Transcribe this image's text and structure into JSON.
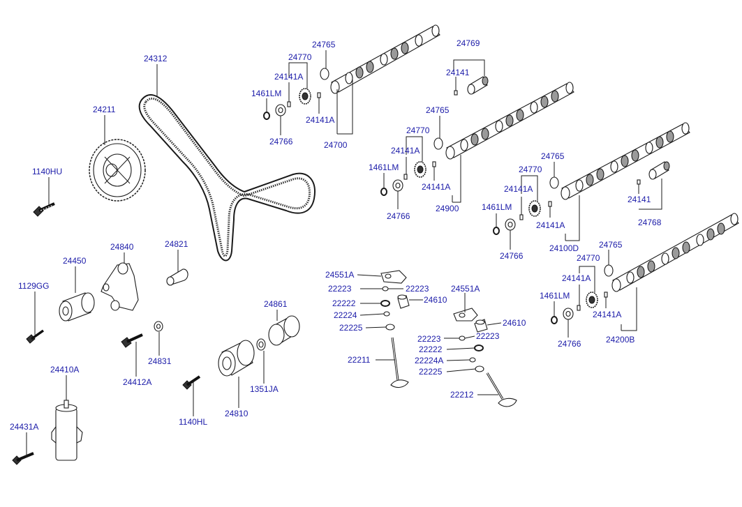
{
  "labels": [
    {
      "id": "24312",
      "text": "24312"
    },
    {
      "id": "24211",
      "text": "24211"
    },
    {
      "id": "1140HU",
      "text": "1140HU"
    },
    {
      "id": "24840",
      "text": "24840"
    },
    {
      "id": "24821",
      "text": "24821"
    },
    {
      "id": "24450",
      "text": "24450"
    },
    {
      "id": "1129GG",
      "text": "1129GG"
    },
    {
      "id": "24412A",
      "text": "24412A"
    },
    {
      "id": "24831",
      "text": "24831"
    },
    {
      "id": "24861",
      "text": "24861"
    },
    {
      "id": "24810",
      "text": "24810"
    },
    {
      "id": "1351JA",
      "text": "1351JA"
    },
    {
      "id": "1140HL",
      "text": "1140HL"
    },
    {
      "id": "24410A",
      "text": "24410A"
    },
    {
      "id": "24431A",
      "text": "24431A"
    },
    {
      "id": "24765_a",
      "text": "24765"
    },
    {
      "id": "24770_a",
      "text": "24770"
    },
    {
      "id": "24141A_a1",
      "text": "24141A"
    },
    {
      "id": "1461LM_a",
      "text": "1461LM"
    },
    {
      "id": "24766_a",
      "text": "24766"
    },
    {
      "id": "24141A_a2",
      "text": "24141A"
    },
    {
      "id": "24700",
      "text": "24700"
    },
    {
      "id": "24769",
      "text": "24769"
    },
    {
      "id": "24141_a",
      "text": "24141"
    },
    {
      "id": "24765_b",
      "text": "24765"
    },
    {
      "id": "24770_b",
      "text": "24770"
    },
    {
      "id": "24141A_b1",
      "text": "24141A"
    },
    {
      "id": "1461LM_b",
      "text": "1461LM"
    },
    {
      "id": "24766_b",
      "text": "24766"
    },
    {
      "id": "24141A_b2",
      "text": "24141A"
    },
    {
      "id": "24900",
      "text": "24900"
    },
    {
      "id": "24765_c",
      "text": "24765"
    },
    {
      "id": "24770_c",
      "text": "24770"
    },
    {
      "id": "24141A_c1",
      "text": "24141A"
    },
    {
      "id": "1461LM_c",
      "text": "1461LM"
    },
    {
      "id": "24766_c",
      "text": "24766"
    },
    {
      "id": "24141A_c2",
      "text": "24141A"
    },
    {
      "id": "24100D",
      "text": "24100D"
    },
    {
      "id": "24141_b",
      "text": "24141"
    },
    {
      "id": "24768",
      "text": "24768"
    },
    {
      "id": "24765_d",
      "text": "24765"
    },
    {
      "id": "24770_d",
      "text": "24770"
    },
    {
      "id": "24141A_d1",
      "text": "24141A"
    },
    {
      "id": "1461LM_d",
      "text": "1461LM"
    },
    {
      "id": "24766_d",
      "text": "24766"
    },
    {
      "id": "24141A_d2",
      "text": "24141A"
    },
    {
      "id": "24200B",
      "text": "24200B"
    },
    {
      "id": "24551A_a",
      "text": "24551A"
    },
    {
      "id": "22223_a1",
      "text": "22223"
    },
    {
      "id": "22223_a2",
      "text": "22223"
    },
    {
      "id": "22222_a",
      "text": "22222"
    },
    {
      "id": "24610_a",
      "text": "24610"
    },
    {
      "id": "22224_a",
      "text": "22224"
    },
    {
      "id": "22225_a",
      "text": "22225"
    },
    {
      "id": "22211",
      "text": "22211"
    },
    {
      "id": "24551A_b",
      "text": "24551A"
    },
    {
      "id": "24610_b",
      "text": "24610"
    },
    {
      "id": "22223_b1",
      "text": "22223"
    },
    {
      "id": "22223_b2",
      "text": "22223"
    },
    {
      "id": "22222_b",
      "text": "22222"
    },
    {
      "id": "22224A",
      "text": "22224A"
    },
    {
      "id": "22225_b",
      "text": "22225"
    },
    {
      "id": "22212",
      "text": "22212"
    }
  ]
}
